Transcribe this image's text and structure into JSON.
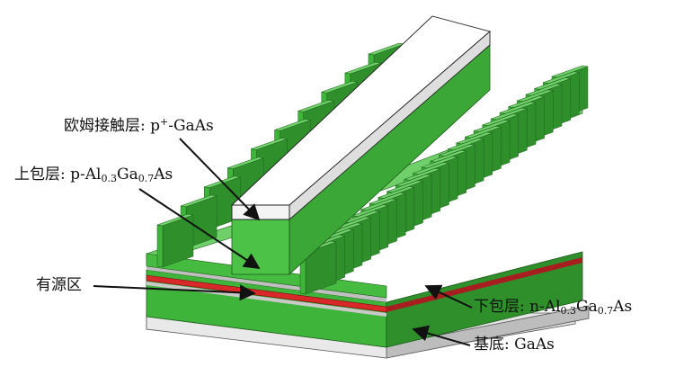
{
  "labels": {
    "ohmic_contact": {
      "prefix": "欧姆接触层: p",
      "sup": "+",
      "suffix": "-GaAs"
    },
    "upper_cladding": {
      "prefix": "上包层: p-Al",
      "sub1": "0.3",
      "mid": "Ga",
      "sub2": "0.7",
      "suffix": "As"
    },
    "active_region": {
      "text": "有源区"
    },
    "lower_cladding": {
      "prefix": "下包层: n-Al",
      "sub1": "0.3",
      "mid": "Ga",
      "sub2": "0.7",
      "suffix": "As"
    },
    "substrate": {
      "text": "基底: GaAs"
    }
  },
  "colors": {
    "green_top": "#6fd06a",
    "green_front": "#3fb43a",
    "green_side": "#2e8f2b",
    "red_layer": "#d8282a",
    "ridge_top": "#ffffff",
    "substrate": "#e6e6e6",
    "outline": "#1a1a1a"
  },
  "grating": {
    "left_teeth": 10,
    "right_teeth": 30
  }
}
